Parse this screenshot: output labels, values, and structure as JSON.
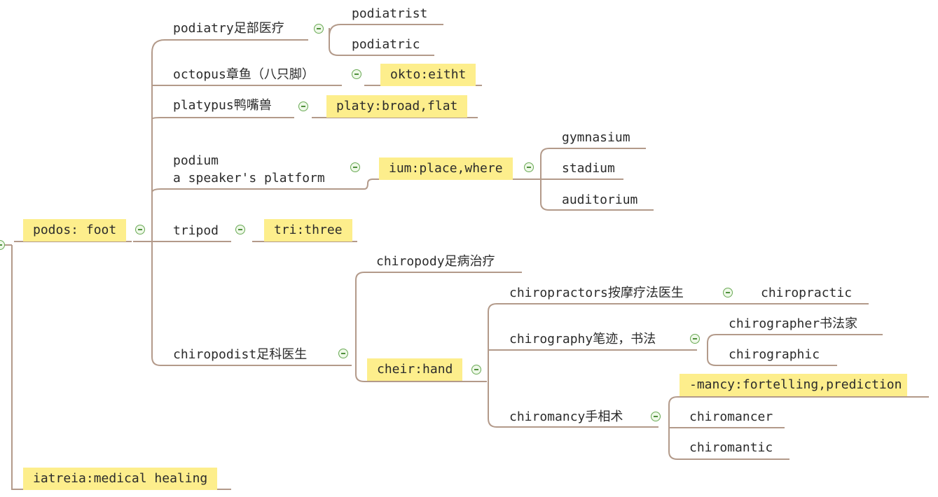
{
  "nodes": {
    "podos": "podos: foot",
    "iatreia": "iatreia:medical healing",
    "podiatry": "podiatry足部医疗",
    "podiatrist": "podiatrist",
    "podiatric": "podiatric",
    "octopus": "octopus章鱼（八只脚）",
    "okto": "okto:eitht",
    "platypus": "platypus鸭嘴兽",
    "platy": "platy:broad,flat",
    "podium_line1": "podium",
    "podium_line2": "a speaker's platform",
    "ium": "ium:place,where",
    "gymnasium": "gymnasium",
    "stadium": "stadium",
    "auditorium": "auditorium",
    "tripod": "tripod",
    "tri": "tri:three",
    "chiropodist": "chiropodist足科医生",
    "chiropody": "chiropody足病治疗",
    "cheir": "cheir:hand",
    "chiropractors": "chiropractors按摩疗法医生",
    "chiropractic": "chiropractic",
    "chirography": "chirography笔迹，书法",
    "chirographer": "chirographer书法家",
    "chirographic": "chirographic",
    "chiromancy": "chiromancy手相术",
    "mancy": "-mancy:fortelling,prediction",
    "chiromancer": "chiromancer",
    "chiromantic": "chiromantic"
  },
  "colors": {
    "connector": "#b39a8a",
    "highlight": "#fdee8c",
    "toggle": "#6aaa55",
    "text": "#2b2b2b"
  },
  "icons": {
    "toggle": "collapse-minus-icon"
  }
}
